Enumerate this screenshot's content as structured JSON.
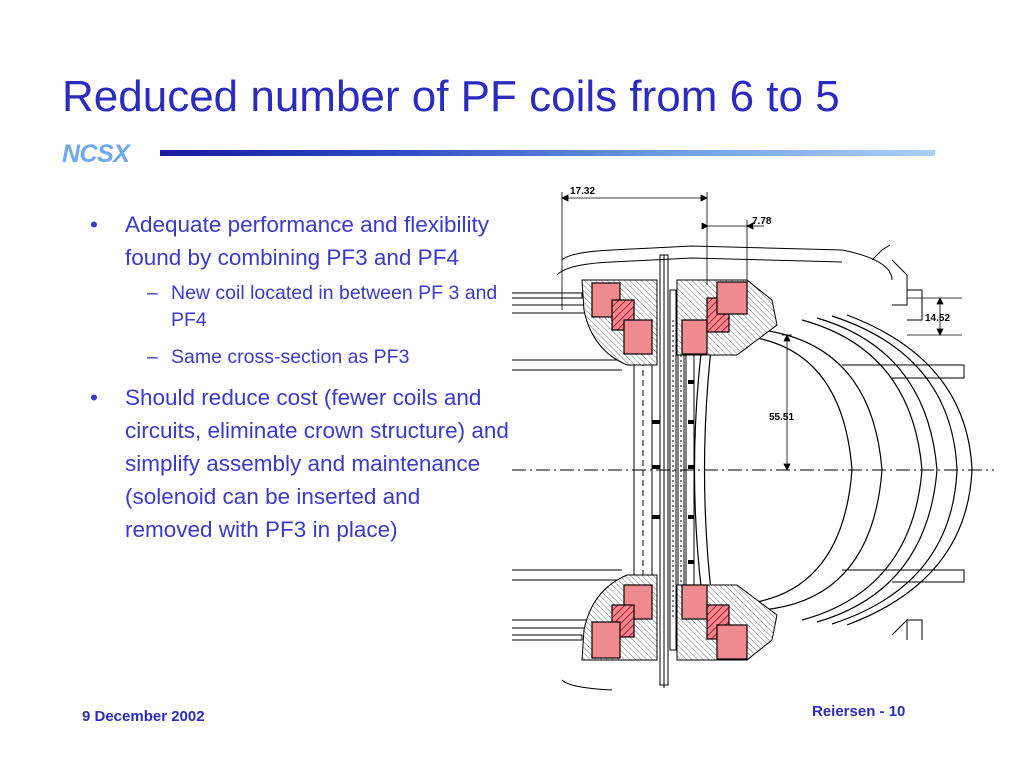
{
  "slide": {
    "title": "Reduced number of PF coils from 6 to 5",
    "brand": "NCSX",
    "bullets": [
      {
        "text": "Adequate performance and flexibility found by combining PF3 and PF4",
        "sub": [
          "New coil located in between PF 3 and PF4",
          "Same cross-section as PF3"
        ]
      },
      {
        "text": "Should reduce cost (fewer coils and circuits, eliminate crown structure) and simplify assembly and maintenance (solenoid can be inserted and removed with PF3 in place)",
        "sub": []
      }
    ],
    "footer_date": "9 December 2002",
    "footer_author": "Reiersen - 10"
  },
  "diagram": {
    "dimensions": [
      "17.32",
      "7.78",
      "14.52",
      "55.51"
    ],
    "colors": {
      "coil_fill": "#f08a8f",
      "coil_hatch": "#c8102e"
    }
  }
}
